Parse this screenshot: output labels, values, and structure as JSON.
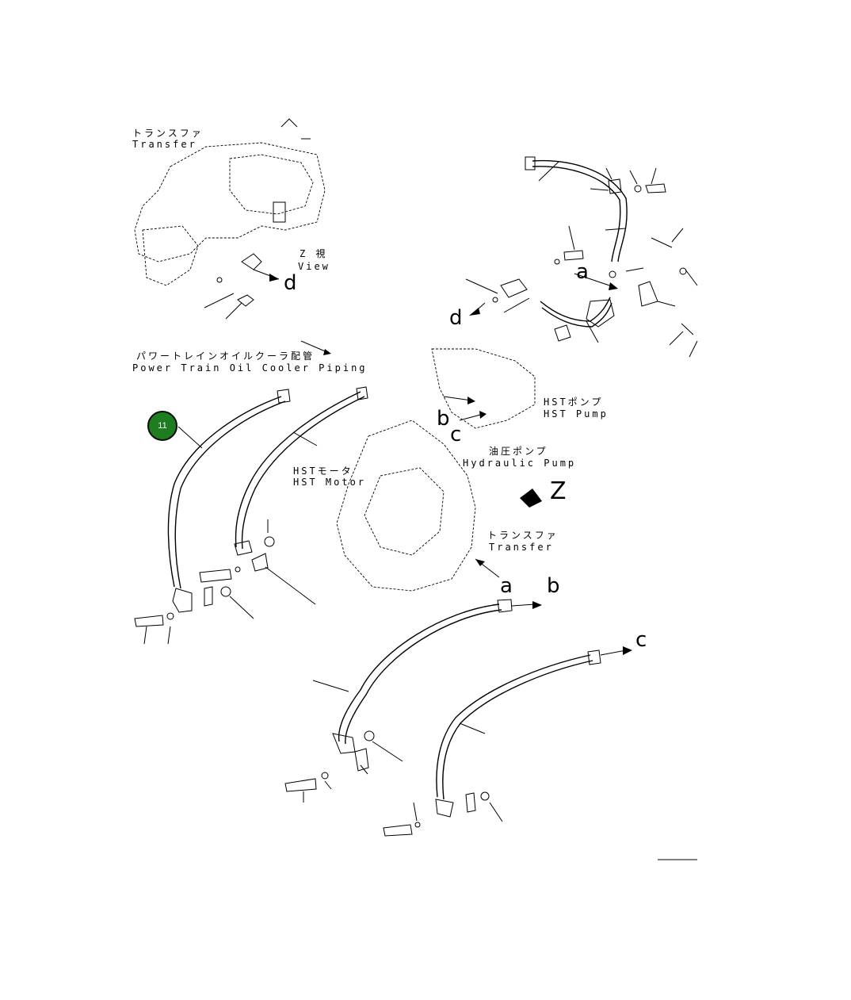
{
  "callout": {
    "number": "11",
    "color": "#1e7d1e"
  },
  "labels": {
    "transfer_top_jp": "トランスファ",
    "transfer_top_en": "Transfer",
    "z_view_jp": "Z 視",
    "z_view_en": "View",
    "ptoc_jp": "パワートレインオイルクーラ配管",
    "ptoc_en": "Power Train Oil Cooler Piping",
    "hst_pump_jp": "HSTポンプ",
    "hst_pump_en": "HST Pump",
    "hyd_pump_jp": "油圧ポンプ",
    "hyd_pump_en": "Hydraulic Pump",
    "hst_motor_jp": "HSTモータ",
    "hst_motor_en": "HST Motor",
    "transfer_mid_jp": "トランスファ",
    "transfer_mid_en": "Transfer"
  },
  "letters": {
    "d1": "d",
    "d2": "d",
    "a1": "a",
    "a2": "a",
    "b1": "b",
    "b2": "b",
    "c1": "c",
    "c2": "c",
    "z": "Z"
  }
}
